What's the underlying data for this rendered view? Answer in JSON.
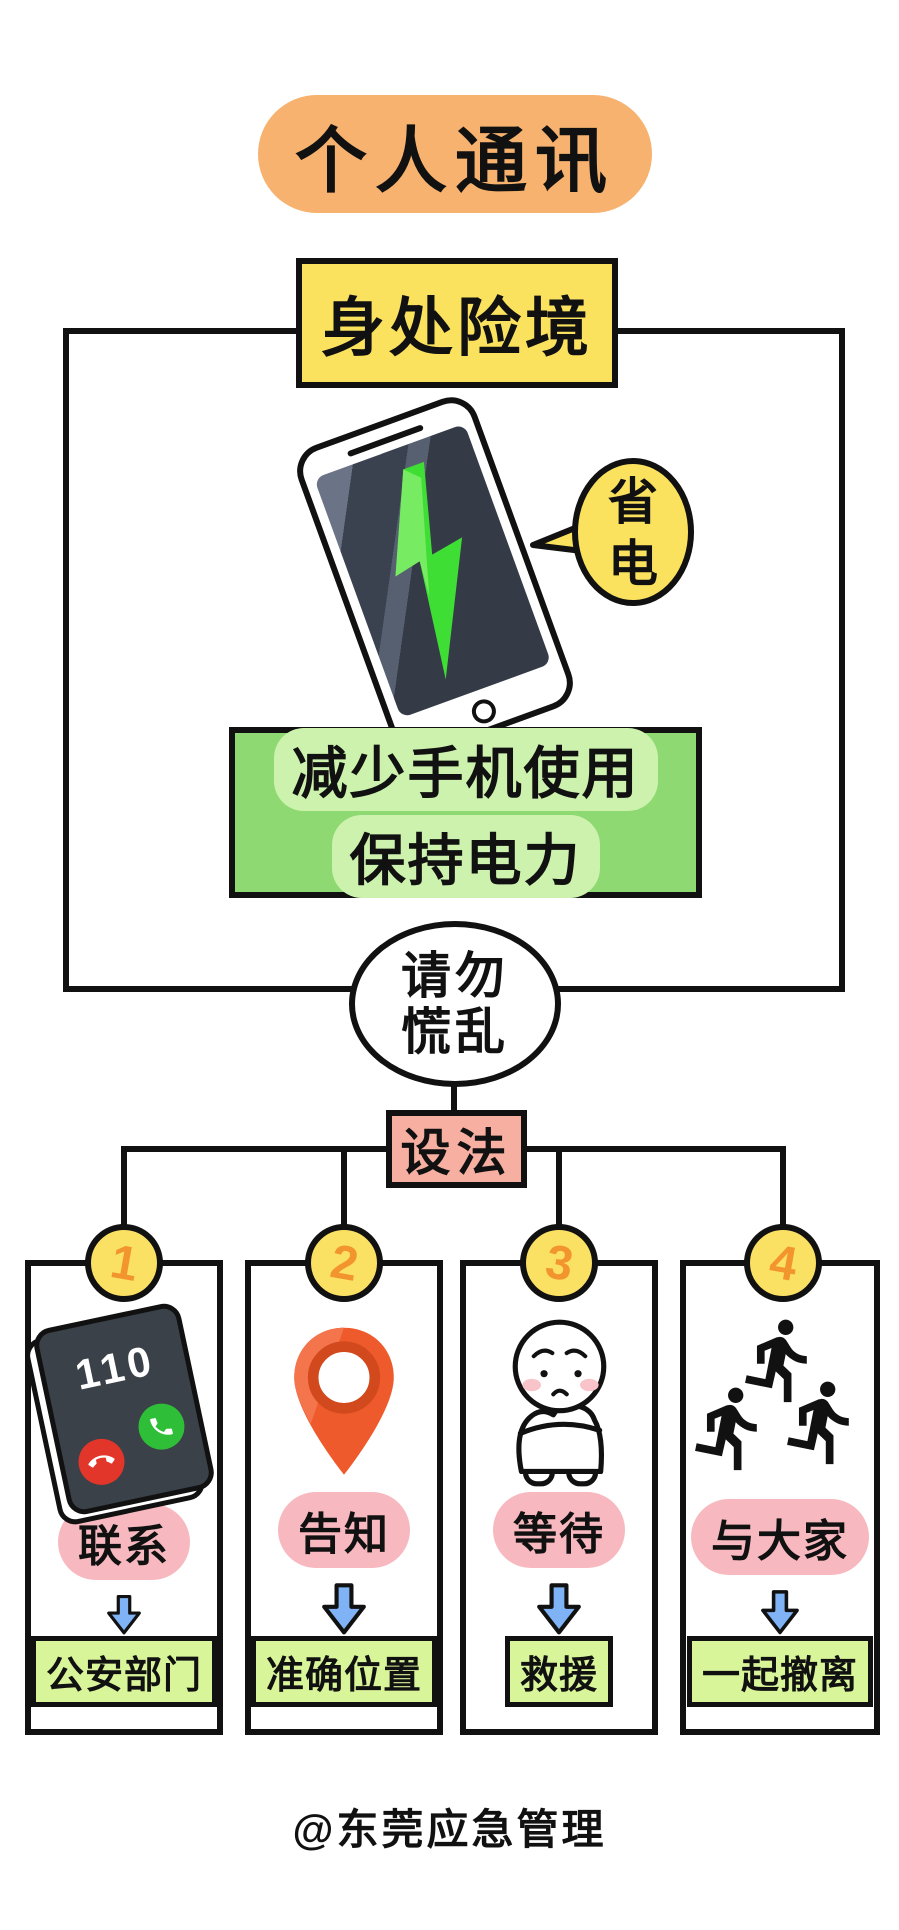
{
  "title": {
    "text": "个人通讯"
  },
  "danger_box": {
    "text": "身处险境"
  },
  "bubble": {
    "char1": "省",
    "char2": "电",
    "full": "省电"
  },
  "advice": {
    "line1": "减少手机使用",
    "line2": "保持电力"
  },
  "calm": {
    "line1": "请勿",
    "line2": "慌乱"
  },
  "method": {
    "text": "设法"
  },
  "steps": [
    {
      "num": "1",
      "icon": "phone-110-icon",
      "screen": "110",
      "label": "联系",
      "result": "公安部门"
    },
    {
      "num": "2",
      "icon": "location-pin-icon",
      "label": "告知",
      "result": "准确位置"
    },
    {
      "num": "3",
      "icon": "waiting-person-icon",
      "label": "等待",
      "result": "救援"
    },
    {
      "num": "4",
      "icon": "running-people-icon",
      "label": "与大家",
      "result": "一起撤离"
    }
  ],
  "credit": "@东莞应急管理",
  "colors": {
    "title_bg": "#F6B26E",
    "yellow_box": "#FBE25E",
    "badge_yellow": "#FBE163",
    "advice_bg": "#8FD973",
    "advice_highlight": "#CDF2AE",
    "method_bg": "#F6AFA0",
    "label_pink": "#F7B9BF",
    "result_green": "#D9F59A",
    "arrow_blue": "#7FB3F5",
    "bolt_green": "#3FDE35",
    "pin_orange": "#EE5A2B",
    "accept_green": "#2FBE37",
    "decline_red": "#E3362B",
    "number_orange": "#F2952D",
    "line_black": "#111111"
  }
}
